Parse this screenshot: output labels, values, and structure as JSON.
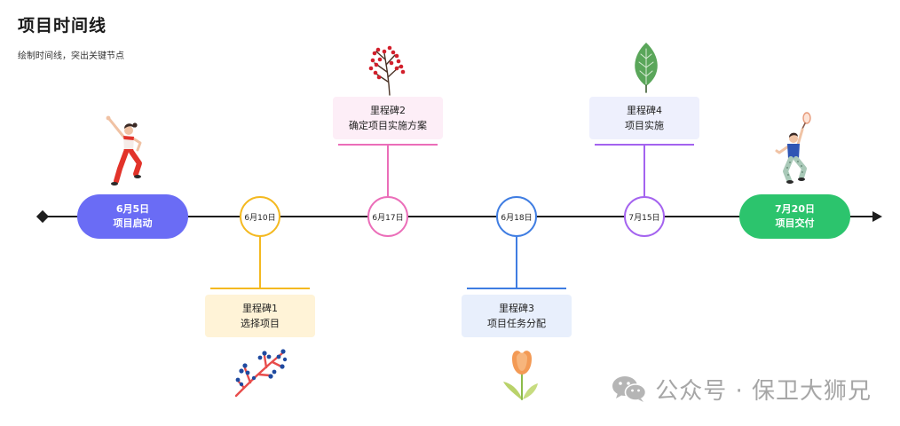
{
  "title": "项目时间线",
  "subtitle": "绘制时间线，突出关键节点",
  "start": {
    "date": "6月5日",
    "label": "项目启动",
    "color": "#6a6cf5"
  },
  "end": {
    "date": "7月20日",
    "label": "项目交付",
    "color": "#2cc46d"
  },
  "milestones": [
    {
      "date": "6月10日",
      "name": "里程碑1",
      "desc": "选择项目",
      "color": "#f4b920",
      "bg": "#fff3d7"
    },
    {
      "date": "6月17日",
      "name": "里程碑2",
      "desc": "确定项目实施方案",
      "color": "#eb6eb9",
      "bg": "#fdeef7"
    },
    {
      "date": "6月18日",
      "name": "里程碑3",
      "desc": "项目任务分配",
      "color": "#3f7de2",
      "bg": "#e8effc"
    },
    {
      "date": "7月15日",
      "name": "里程碑4",
      "desc": "项目实施",
      "color": "#a463ef",
      "bg": "#eef0fd"
    }
  ],
  "illustrations": [
    "dancer-illustration",
    "red-berry-branch-illustration",
    "green-leaf-illustration",
    "badminton-player-illustration",
    "blue-berry-branch-illustration",
    "orange-tulip-illustration"
  ],
  "watermark": {
    "icon": "wechat-icon",
    "text": "公众号 · 保卫大狮兄"
  }
}
